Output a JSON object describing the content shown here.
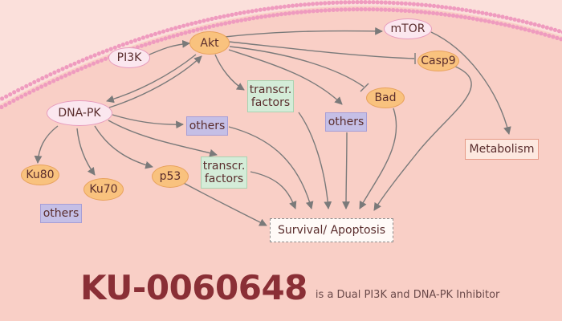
{
  "nodes": {
    "pi3k": "PI3K",
    "akt": "Akt",
    "mtor": "mTOR",
    "casp9": "Casp9",
    "bad": "Bad",
    "dnapk": "DNA-PK",
    "ku80": "Ku80",
    "ku70": "Ku70",
    "p53": "p53",
    "others_left": "others",
    "others_mid": "others",
    "others_right": "others",
    "tf_top_line1": "transcr.",
    "tf_top_line2": "factors",
    "tf_low_line1": "transcr.",
    "tf_low_line2": "factors",
    "metabolism": "Metabolism",
    "survival": "Survival/ Apoptosis"
  },
  "title": {
    "compound": "KU-0060648",
    "subtitle": "is a Dual PI3K and DNA-PK Inhibitor"
  },
  "colors": {
    "background": "#fbe0db",
    "cell_interior": "#f9cfc6",
    "membrane_dots": "#ef9bbf",
    "arrow": "#7a7a7a",
    "title": "#8a2f36"
  }
}
